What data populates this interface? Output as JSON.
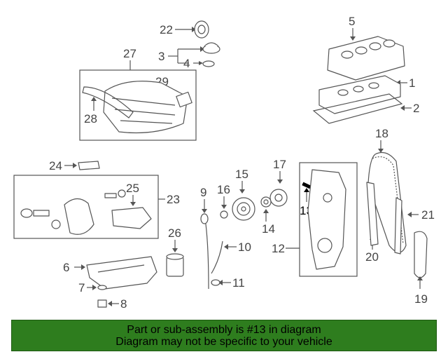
{
  "diagram": {
    "callouts": [
      "22",
      "3",
      "4",
      "5",
      "1",
      "2",
      "27",
      "29",
      "28",
      "18",
      "24",
      "17",
      "15",
      "16",
      "9",
      "13",
      "12",
      "14",
      "21",
      "23",
      "25",
      "26",
      "10",
      "20",
      "6",
      "11",
      "7",
      "8",
      "19"
    ],
    "highlighted_part": "13"
  },
  "banner": {
    "line1": "Part or sub-assembly is #13 in diagram",
    "line2": "Diagram may not be specific to your vehicle",
    "background": "#2e7d1e"
  }
}
